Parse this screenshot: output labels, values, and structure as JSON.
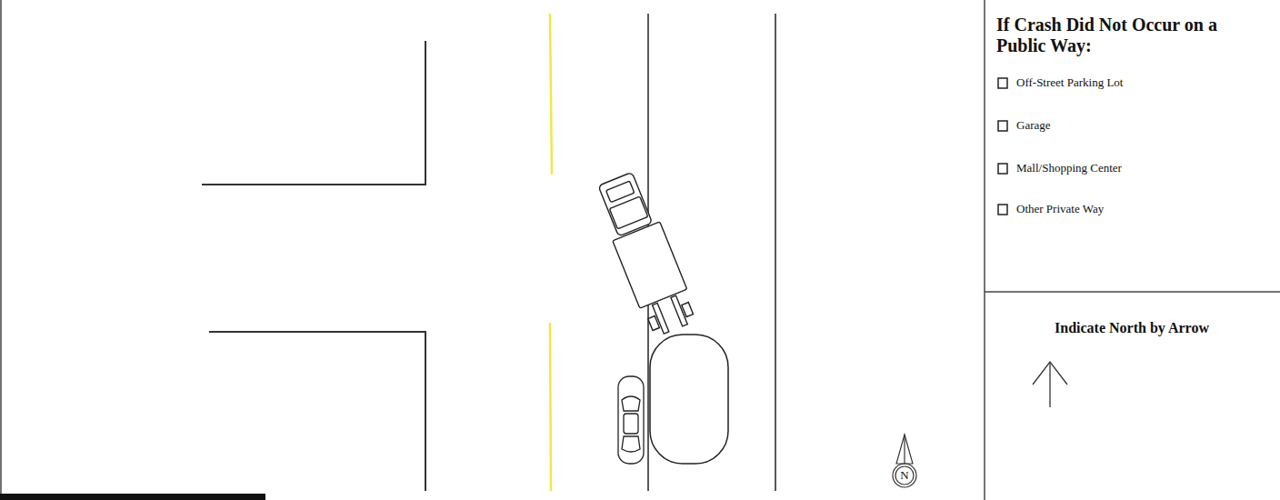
{
  "diagram": {
    "labels": [
      "If Crash Did Not Occur on a Public Way:",
      "Off-Street Parking Lot",
      "Garage",
      "Mall/Shopping Center",
      "Other Private Way",
      "Indicate North by Arrow",
      "N"
    ]
  }
}
